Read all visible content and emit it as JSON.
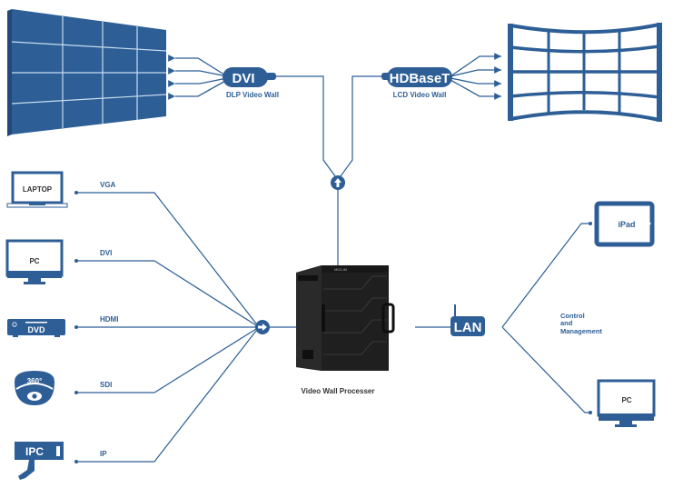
{
  "colors": {
    "primary": "#2d5e96",
    "wall_fill": "#2d5e96",
    "grid_line": "#c9dcef",
    "processor": "#1c1c1c",
    "text_dark": "#333333",
    "background": "#ffffff"
  },
  "outputs": {
    "left": {
      "connector_label": "DVI",
      "caption": "DLP Video Wall",
      "icon": "flat-video-wall-icon"
    },
    "right": {
      "connector_label": "HDBaseT",
      "caption": "LCD Video Wall",
      "icon": "curved-video-wall-icon"
    },
    "merge_icon": "arrow-up-icon"
  },
  "inputs": [
    {
      "device": "LAPTOP",
      "signal": "VGA",
      "icon": "laptop-icon"
    },
    {
      "device": "PC",
      "signal": "DVI",
      "icon": "monitor-icon"
    },
    {
      "device": "DVD",
      "signal": "HDMI",
      "icon": "dvd-player-icon"
    },
    {
      "device": "360°",
      "signal": "SDI",
      "icon": "dome-camera-icon"
    },
    {
      "device": "IPC",
      "signal": "IP",
      "icon": "ip-camera-icon"
    }
  ],
  "input_merge_icon": "arrow-right-icon",
  "processor": {
    "caption": "Video Wall Processer",
    "brand": "MICLIM"
  },
  "network": {
    "label": "LAN",
    "icon": "router-antenna-icon",
    "caption_lines": [
      "Control",
      "and",
      "Management"
    ],
    "clients": [
      {
        "device": "iPad",
        "icon": "tablet-icon"
      },
      {
        "device": "PC",
        "icon": "monitor-icon"
      }
    ]
  }
}
